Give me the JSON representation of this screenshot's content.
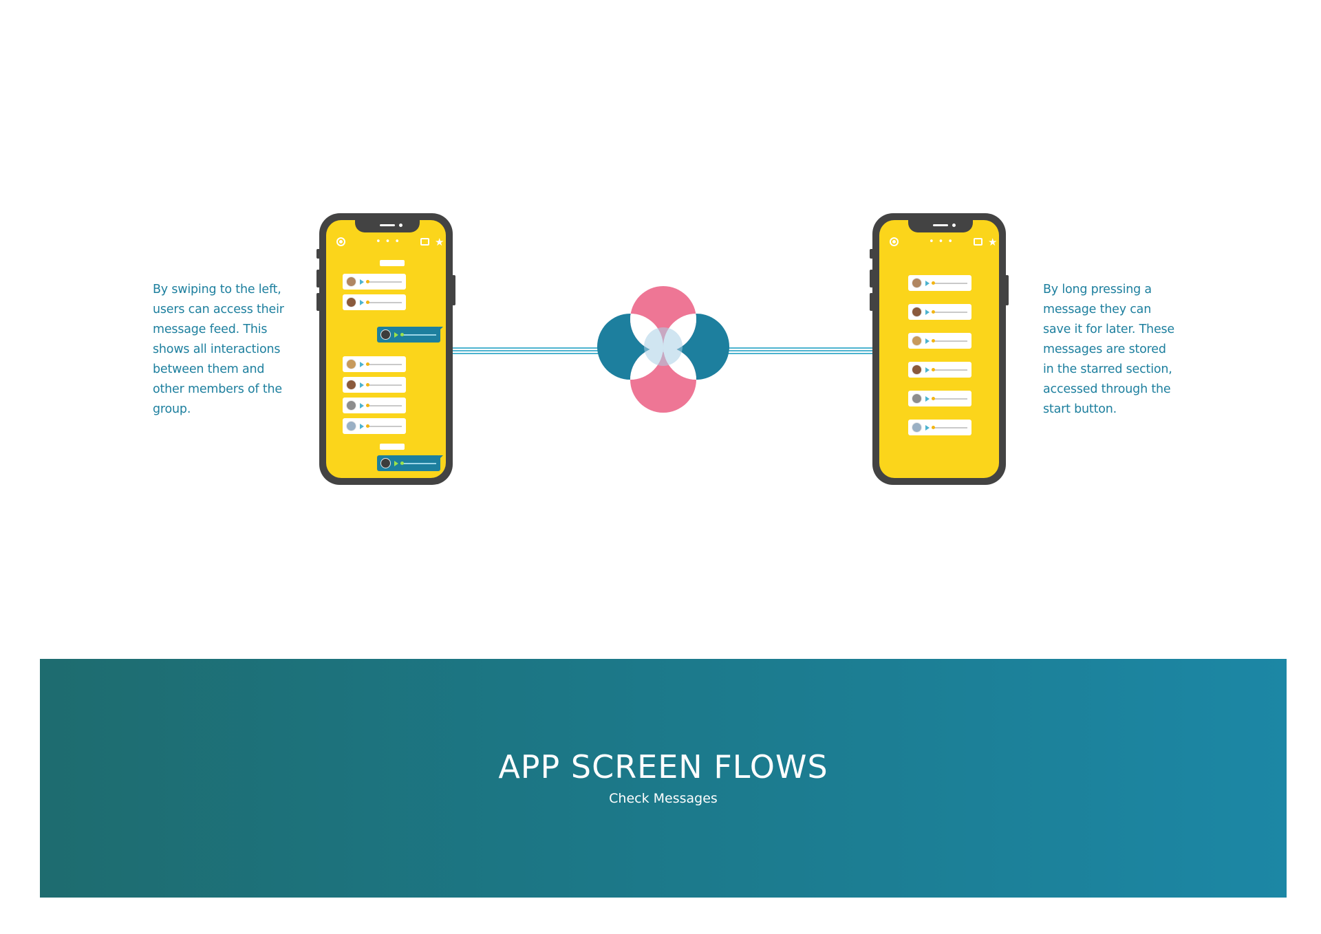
{
  "description_left": "By swiping to the left,\nusers can access their\nmessage feed. This\nshows all interactions\nbetween them and\nother members of the\ngroup.",
  "description_right": "By long pressing a\nmessage they can\nsave it for later. These\nmessages are stored\nin the starred section,\naccessed through the\nstart button.",
  "banner": {
    "title": "APP SCREEN FLOWS",
    "subtitle": "Check Messages"
  },
  "icons": {
    "profile": "profile-icon",
    "dots": "more-dots-icon",
    "chat": "chat-icon",
    "star": "star-icon"
  },
  "colors": {
    "accent": "#1d7f9e",
    "screen": "#fbd51b",
    "phone_frame": "#434343",
    "pink": "#ee7695",
    "blue": "#1d7f9e",
    "banner_start": "#1e6c6f",
    "banner_end": "#1c87a5"
  }
}
